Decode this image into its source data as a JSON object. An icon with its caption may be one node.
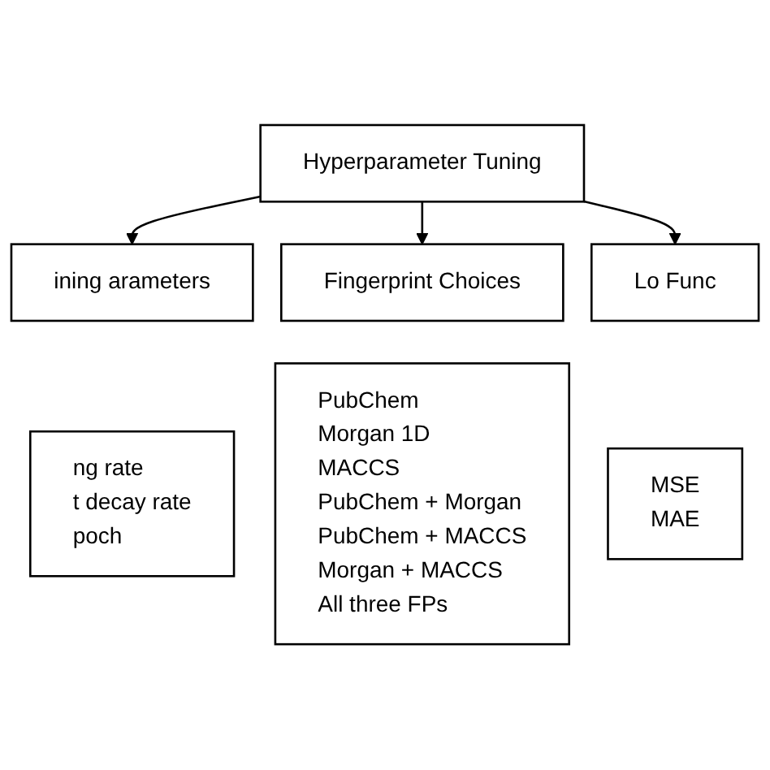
{
  "diagram": {
    "nodes": [
      {
        "text": [
          "Hyperparameter Tuning"
        ]
      },
      {
        "text": [
          "ining arameters"
        ]
      },
      {
        "text": [
          "ng rate",
          "t decay rate",
          "poch"
        ]
      },
      {
        "text": [
          "Fingerprint Choices"
        ]
      },
      {
        "text": [
          "PubChem",
          "Morgan 1D",
          "MACCS",
          "PubChem + Morgan",
          "PubChem + MACCS",
          "Morgan + MACCS",
          "All three FPs"
        ]
      },
      {
        "text": [
          "Lo Func"
        ]
      },
      {
        "text": [
          "MSE",
          "MAE"
        ]
      }
    ],
    "edges": [
      {
        "from": 0,
        "to": 1,
        "arrow": "to"
      },
      {
        "from": 0,
        "to": 3,
        "arrow": "to"
      },
      {
        "from": 0,
        "to": 5,
        "arrow": "to"
      }
    ]
  }
}
